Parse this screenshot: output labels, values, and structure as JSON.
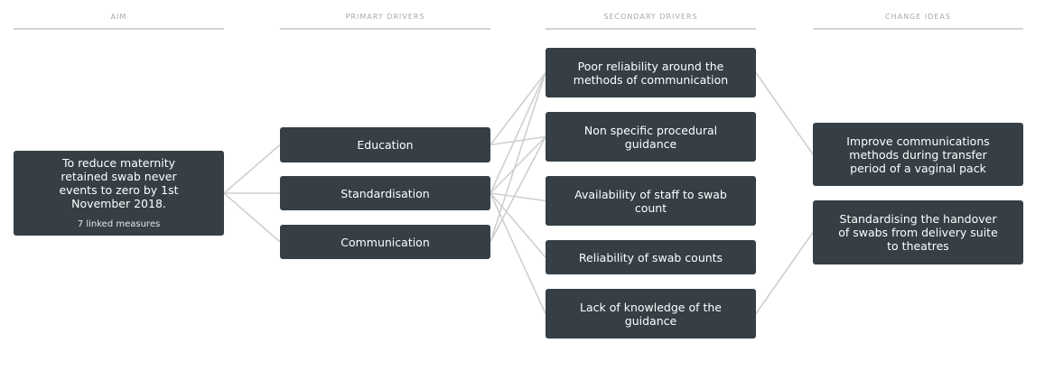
{
  "headers": {
    "aim": "AIM",
    "primary": "PRIMARY DRIVERS",
    "secondary": "SECONDARY DRIVERS",
    "change": "CHANGE IDEAS"
  },
  "aim": {
    "text": "To reduce maternity retained swab never events to zero by 1st November 2018.",
    "measures": "7 linked measures"
  },
  "primary": [
    {
      "id": "p1",
      "label": "Education"
    },
    {
      "id": "p2",
      "label": "Standardisation"
    },
    {
      "id": "p3",
      "label": "Communication"
    }
  ],
  "secondary": [
    {
      "id": "s1",
      "label": "Poor reliability around the methods of communication"
    },
    {
      "id": "s2",
      "label": "Non specific procedural guidance"
    },
    {
      "id": "s3",
      "label": "Availability of staff to swab count"
    },
    {
      "id": "s4",
      "label": "Reliability of swab counts"
    },
    {
      "id": "s5",
      "label": "Lack of knowledge of the guidance"
    }
  ],
  "change": [
    {
      "id": "c1",
      "label": "Improve communications methods during transfer period of a vaginal pack"
    },
    {
      "id": "c2",
      "label": "Standardising the handover of swabs from delivery suite to theatres"
    }
  ],
  "links": [
    [
      "aim",
      "p1"
    ],
    [
      "aim",
      "p2"
    ],
    [
      "aim",
      "p3"
    ],
    [
      "p1",
      "s1"
    ],
    [
      "p1",
      "s2"
    ],
    [
      "p2",
      "s1"
    ],
    [
      "p2",
      "s2"
    ],
    [
      "p2",
      "s3"
    ],
    [
      "p2",
      "s4"
    ],
    [
      "p2",
      "s5"
    ],
    [
      "p3",
      "s1"
    ],
    [
      "p3",
      "s2"
    ],
    [
      "s1",
      "c1"
    ],
    [
      "s5",
      "c2"
    ]
  ]
}
